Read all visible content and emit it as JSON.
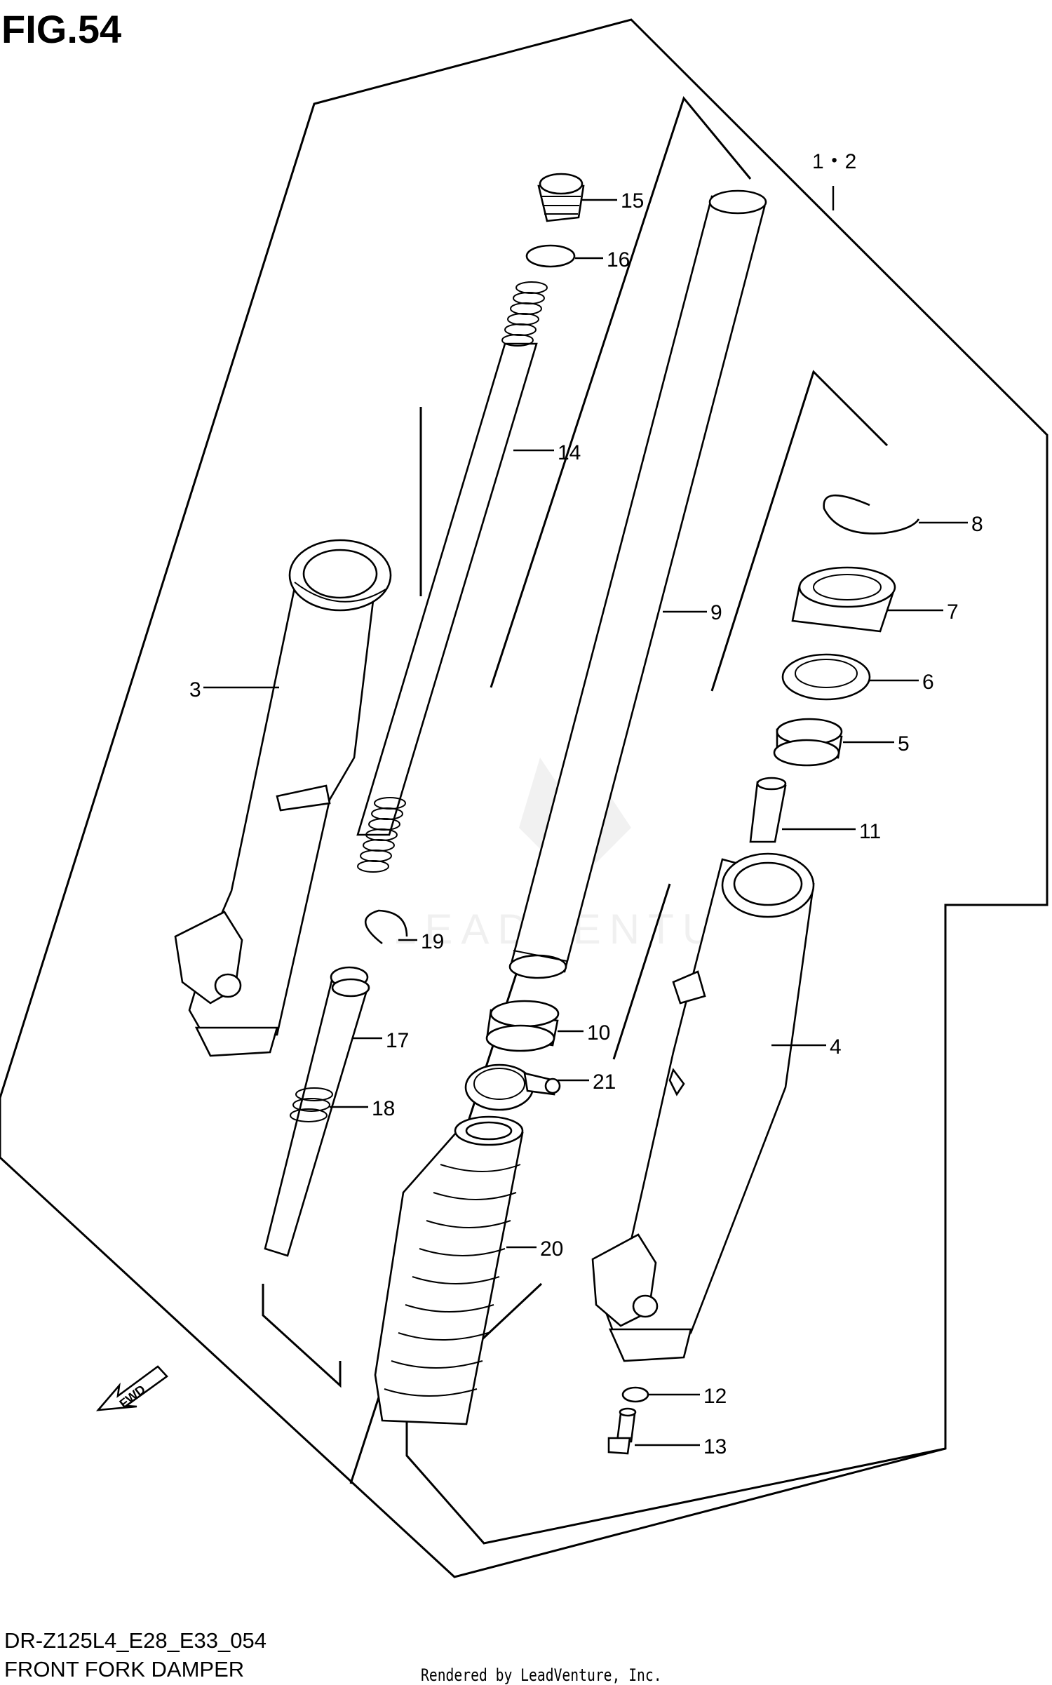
{
  "figure": {
    "title": "FIG.54",
    "model_code": "DR-Z125L4_E28_E33_054",
    "diagram_title": "FRONT FORK DAMPER",
    "render_credit": "Rendered by LeadVenture, Inc.",
    "watermark": "LEADVENTURE",
    "fwd_label": "FWD"
  },
  "callouts": {
    "c1_2": "1・2",
    "c3": "3",
    "c4": "4",
    "c5": "5",
    "c6": "6",
    "c7": "7",
    "c8": "8",
    "c9": "9",
    "c10": "10",
    "c11": "11",
    "c12": "12",
    "c13": "13",
    "c14": "14",
    "c15": "15",
    "c16": "16",
    "c17": "17",
    "c18": "18",
    "c19": "19",
    "c20": "20",
    "c21": "21"
  }
}
